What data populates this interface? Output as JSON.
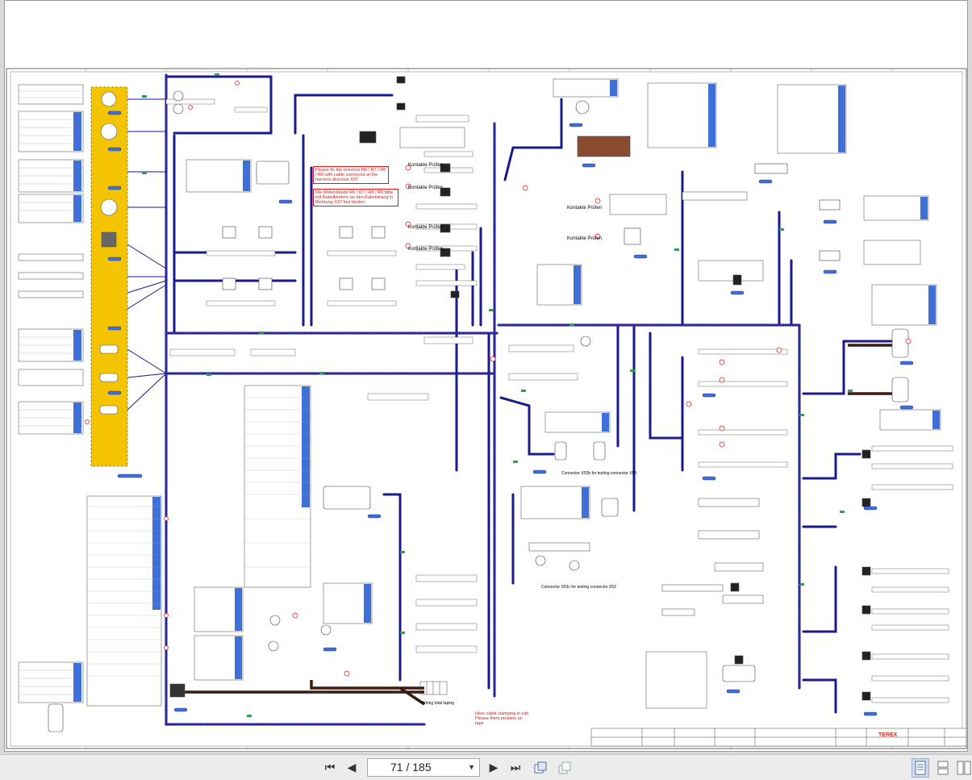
{
  "viewer": {
    "page_current": "71",
    "page_total": "185",
    "page_display": "71 / 185",
    "icons": [
      "first-page-icon",
      "prev-page-icon",
      "next-page-icon",
      "last-page-icon",
      "rotate-icon",
      "fit-icon",
      "single-page-icon",
      "continuous-icon",
      "two-page-icon"
    ]
  },
  "drawing": {
    "notes": {
      "resistors_en": "Please fix the resistors R6 / R7 / R8 / R9 with cable connector at the harness direction X37",
      "resistors_de": "Die Widerstände R6 / R7 / R8 / R9 bitte mit Kabelbindern an den Kabelstrang in Richtung X37 fest binden.",
      "cable_clamping": "Here cable clamping in cab Please them position on tape",
      "kontakte_1": "Kontakte Prüfen",
      "kontakte_2": "Kontakte Prüfen",
      "kontakte_3": "Kontakte Prüfen",
      "kontakte_4": "Kontakte Prüfen",
      "kontakte_5": "Kontakte Prüfen",
      "kontakte_6": "Kontakte Prüfen",
      "wiring_total": "Wiring total taping",
      "connector_note_1": "Connector X53b for testing connector X53",
      "connector_note_2": "Connector X53c for testing connector X53"
    },
    "title_block": {
      "brand": "TEREX"
    }
  },
  "colors": {
    "harness": "#1a1a8c",
    "harness_dark": "#3b1a14",
    "panel": "#f5c400",
    "note": "#e11111",
    "table_accent": "#3f6fd8"
  }
}
